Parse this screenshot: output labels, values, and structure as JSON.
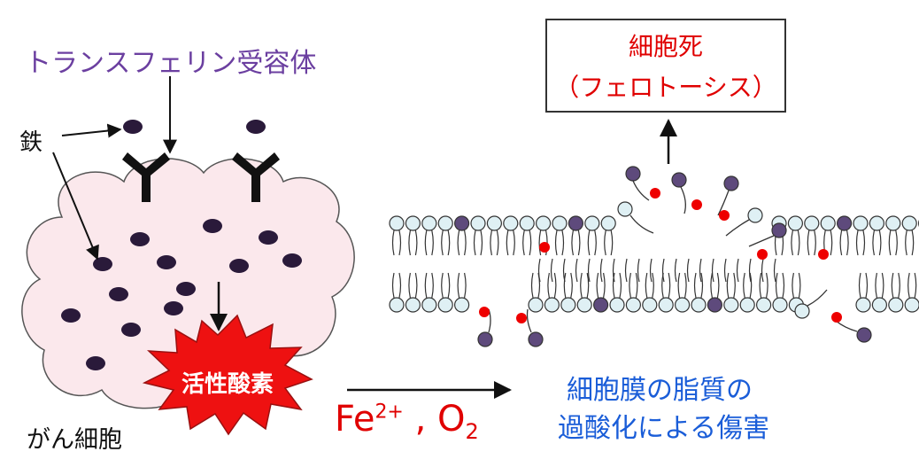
{
  "labels": {
    "transferrin_receptor": "トランスフェリン受容体",
    "iron": "鉄",
    "cancer_cell": "がん細胞",
    "reactive_oxygen": "活性酸素",
    "fe_text": "Fe",
    "fe_charge": "2+",
    "o_text": " , O",
    "o_sub": "2",
    "cell_death": "細胞死",
    "ferroptosis": "（フェロトーシス）",
    "lipid_damage_line1": "細胞膜の脂質の",
    "lipid_damage_line2": "過酸化による傷害"
  },
  "colors": {
    "receptor_label": "#6b3fa0",
    "lipid_damage_text": "#1a5dd8",
    "red_text": "#e00000",
    "cell_fill": "#fbe8ec",
    "burst_fill": "#ee1111",
    "lipid_head": "#dff0f4",
    "oxidized_head": "#5e4a7c",
    "oxygen_dot": "#ee0000"
  }
}
